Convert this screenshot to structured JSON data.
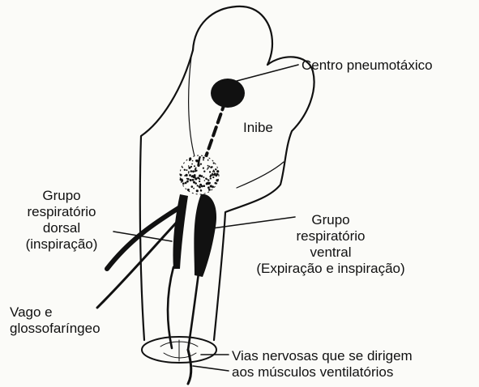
{
  "labels": {
    "pneumotaxic_center": "Centro pneumotáxico",
    "inhibits": "Inibe",
    "dorsal_group": [
      "Grupo",
      "respiratório",
      "dorsal",
      "(inspiração)"
    ],
    "ventral_group": [
      "Grupo",
      "respiratório",
      "ventral",
      "(Expiração e inspiração)"
    ],
    "vagus_glossopharyngeal": [
      "Vago e",
      "glossofaríngeo"
    ],
    "nerve_pathways": [
      "Vias nervosas que se dirigem",
      "aos músculos ventilatórios"
    ]
  }
}
